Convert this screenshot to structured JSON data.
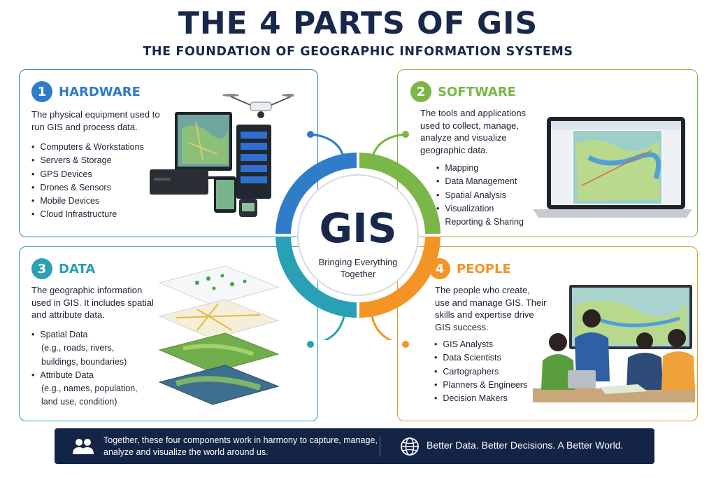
{
  "header": {
    "title": "THE 4 PARTS OF GIS",
    "subtitle": "THE FOUNDATION OF GEOGRAPHIC INFORMATION SYSTEMS"
  },
  "center": {
    "main": "GIS",
    "tagline": "Bringing Everything Together"
  },
  "parts": [
    {
      "number": "1",
      "title": "HARDWARE",
      "description": "The physical equipment used to run GIS and process data.",
      "items": [
        "Computers & Workstations",
        "Servers & Storage",
        "GPS Devices",
        "Drones & Sensors",
        "Mobile Devices",
        "Cloud Infrastructure"
      ],
      "color": "#2f7cc8",
      "illustration_icons": [
        "drone-icon",
        "monitor-icon",
        "server-icon",
        "desktop-tower-icon",
        "tablet-icon",
        "gps-device-icon"
      ]
    },
    {
      "number": "2",
      "title": "SOFTWARE",
      "description": "The tools and applications used to collect, manage, analyze and visualize geographic data.",
      "items": [
        "Mapping",
        "Data Management",
        "Spatial Analysis",
        "Visualization",
        "Reporting & Sharing"
      ],
      "color": "#7ab648",
      "illustration_icons": [
        "laptop-map-icon"
      ]
    },
    {
      "number": "3",
      "title": "DATA",
      "description": "The geographic information used in GIS. It includes spatial and attribute data.",
      "items": [
        {
          "label": "Spatial Data",
          "detail": [
            "(e.g., roads, rivers,",
            "buildings, boundaries)"
          ]
        },
        {
          "label": "Attribute Data",
          "detail": [
            "(e.g., names, population,",
            "land use, condition)"
          ]
        }
      ],
      "color": "#2aa0b4",
      "illustration_icons": [
        "layered-map-icon"
      ]
    },
    {
      "number": "4",
      "title": "PEOPLE",
      "description": "The people who create, use and manage GIS. Their skills and expertise drive GIS success.",
      "items": [
        "GIS Analysts",
        "Data Scientists",
        "Cartographers",
        "Planners & Engineers",
        "Decision Makers"
      ],
      "color": "#f39425",
      "illustration_icons": [
        "team-meeting-icon"
      ]
    }
  ],
  "footer": {
    "text": "Together, these four components work in harmony to capture, manage, analyze and visualize the world around us.",
    "slogan": "Better Data. Better Decisions. A Better World.",
    "icons": [
      "people-icon",
      "globe-icon"
    ],
    "background": "#142447"
  }
}
